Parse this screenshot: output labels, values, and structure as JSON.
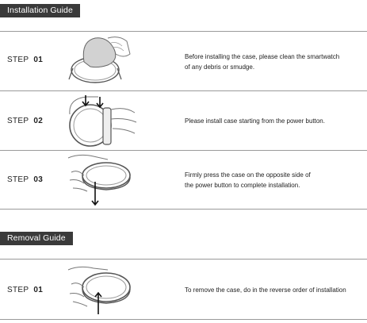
{
  "install": {
    "title": "Installation Guide",
    "steps": [
      {
        "label": "STEP",
        "num": "01",
        "lines": [
          "Before installing the case, please clean the smartwatch",
          "of any debris or smudge."
        ]
      },
      {
        "label": "STEP",
        "num": "02",
        "lines": [
          "Please install case starting from the power button."
        ]
      },
      {
        "label": "STEP",
        "num": "03",
        "lines": [
          "Firmly press the case on the opposite side of",
          "the power button to complete installation."
        ]
      }
    ]
  },
  "removal": {
    "title": "Removal Guide",
    "steps": [
      {
        "label": "STEP",
        "num": "01",
        "lines": [
          "To remove the case, do in the reverse order of installation"
        ]
      }
    ]
  },
  "colors": {
    "tag_bg": "#3a3a3a",
    "rule": "#9a9a9a",
    "text": "#222222"
  }
}
